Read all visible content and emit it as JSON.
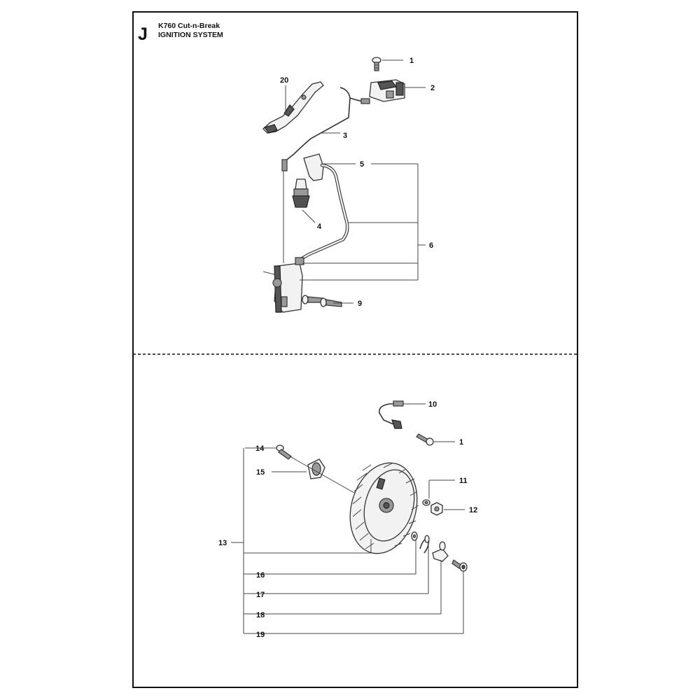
{
  "header": {
    "section_letter": "J",
    "model": "K760 Cut-n-Break",
    "title": "IGNITION SYSTEM"
  },
  "callouts": {
    "c1a": "1",
    "c2": "2",
    "c3": "3",
    "c4": "4",
    "c5": "5",
    "c6": "6",
    "c9": "9",
    "c20": "20",
    "c10": "10",
    "c1b": "1",
    "c11": "11",
    "c12": "12",
    "c13": "13",
    "c14": "14",
    "c15": "15",
    "c16": "16",
    "c17": "17",
    "c18": "18",
    "c19": "19"
  }
}
